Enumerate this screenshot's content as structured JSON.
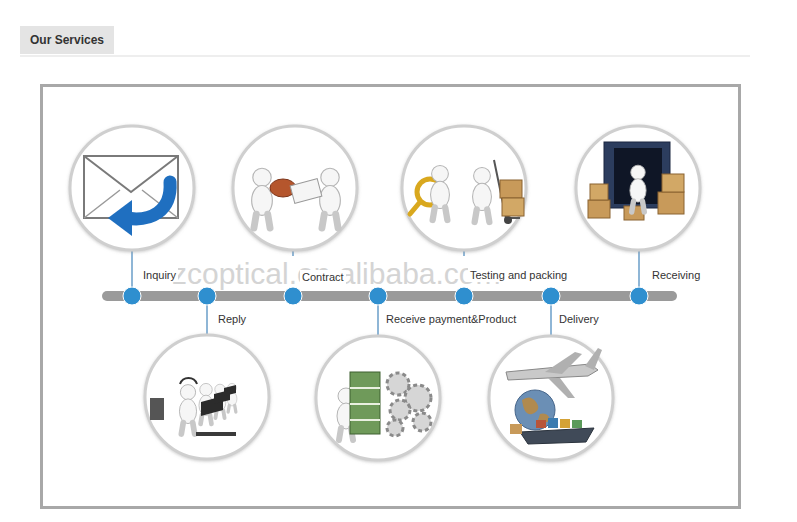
{
  "diagram": {
    "title": "Our Services",
    "labels": [
      "Inquiry",
      "Reply",
      "Contract",
      "Receive payment&Product",
      "Testing and packing",
      "Delivery",
      "Receiving",
      "zcoptical.en.alibaba.com"
    ]
  }
}
